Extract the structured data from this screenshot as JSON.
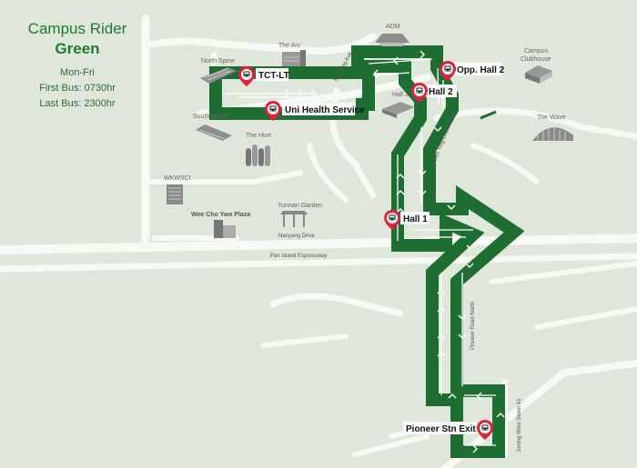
{
  "header": {
    "title": "Campus Rider",
    "route": "Green",
    "days": "Mon-Fri",
    "first_bus": "First Bus: 0730hr",
    "last_bus": "Last Bus: 2300hr"
  },
  "colors": {
    "route": "#1e6e33",
    "background": "#dfe6da",
    "road": "#f7f9f4",
    "stop_pin": "#e0233c"
  },
  "stops": {
    "tct_lt": "TCT-LT",
    "uni_health": "Uni Health Service",
    "opp_hall2": "Opp. Hall 2",
    "hall2": "Hall 2",
    "hall1": "Hall 1",
    "pioneer": "Pioneer Stn Exit B"
  },
  "landmarks": {
    "adm": "ADM",
    "the_arc": "The Arc",
    "north_spine": "North Spine",
    "south_spine": "South Spine",
    "the_hive": "The Hive",
    "wkwsci": "WKWSCI",
    "wee_cho_yaw": "Wee Cho Yaw Plaza",
    "yunnan_garden": "Yunnan Garden",
    "campus_clubhouse_1": "Campus",
    "campus_clubhouse_2": "Clubhouse",
    "the_wave": "The Wave",
    "hall2_bldg": "Hall 2"
  },
  "roads": {
    "nanyang_ave": "Nanyang Ave",
    "lien_ying_chow": "Lien Ying Chow Drive",
    "nanyang_drive": "Nanyang Drive",
    "pie": "Pan Island Expressway",
    "pioneer_road_north": "Pioneer Road North",
    "jurong_west_61": "Jurong West Street 61"
  }
}
